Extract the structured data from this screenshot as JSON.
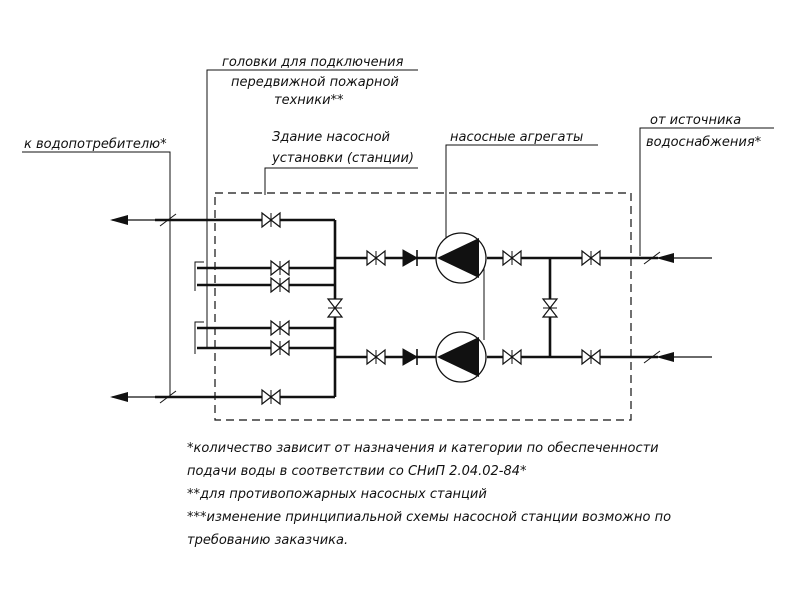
{
  "labels": {
    "consumer": "к водопотребителю*",
    "fire_heads_1": "головки для подключения",
    "fire_heads_2": "передвижной пожарной",
    "fire_heads_3": "техники**",
    "building_1": "Здание насосной",
    "building_2": "установки (станции)",
    "pump_units": "насосные агрегаты",
    "source_1": "от источника",
    "source_2": "водоснабжения*"
  },
  "notes": [
    "*количество зависит от назначения и категории по обеспеченности",
    "подачи воды в соответствии со СНиП 2.04.02-84*",
    "**для противопожарных насосных станций",
    "***изменение принципиальной схемы насосной станции возможно по",
    "требованию заказчика."
  ]
}
